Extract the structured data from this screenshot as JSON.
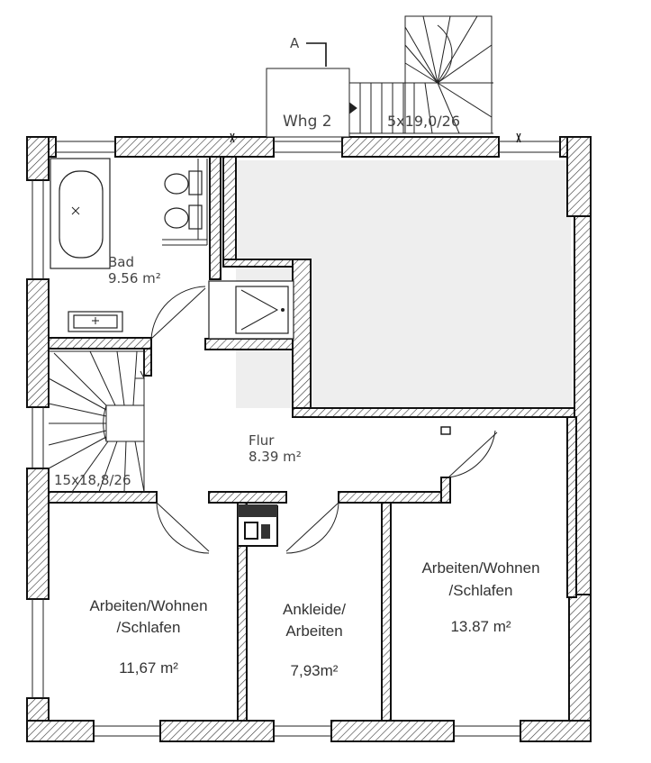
{
  "plan": {
    "section_marker": "A",
    "stair_upper_label": "Whg 2",
    "stair_upper_dims": "5x19,0/26",
    "stair_lower_dims": "15x18,8/26",
    "colors": {
      "wall_hatch": "#333333",
      "void_fill": "#eeeeee",
      "line": "#111111"
    }
  },
  "rooms": [
    {
      "name": "Bad",
      "area": "9.56 m²"
    },
    {
      "name": "Flur",
      "area": "8.39 m²"
    },
    {
      "name_line1": "Arbeiten/Wohnen",
      "name_line2": "/Schlafen",
      "area": "11,67 m²"
    },
    {
      "name_line1": "Ankleide/",
      "name_line2": "Arbeiten",
      "area": "7,93m²"
    },
    {
      "name_line1": "Arbeiten/Wohnen",
      "name_line2": "/Schlafen",
      "area": "13.87 m²"
    }
  ]
}
